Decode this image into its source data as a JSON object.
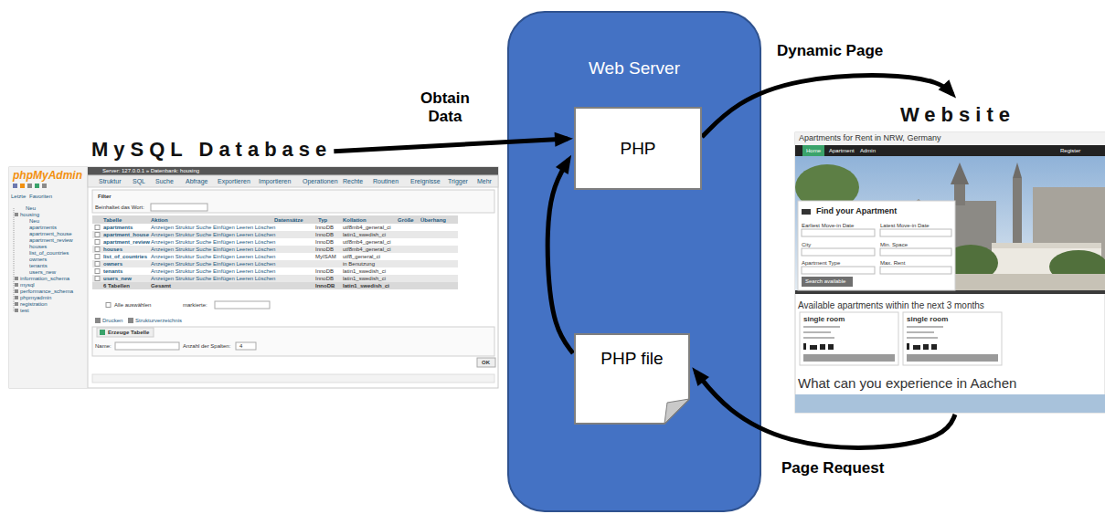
{
  "diagram": {
    "nodes": [
      {
        "text": [
          "MySQL Database"
        ]
      },
      {
        "text": [
          "Web Server"
        ]
      },
      {
        "text": [
          "PHP"
        ],
        "in": 1
      },
      {
        "text": [
          "PHP file"
        ],
        "in": 1
      },
      {
        "text": [
          "Website"
        ]
      }
    ],
    "edges": [
      {
        "from": 0,
        "to": 2,
        "arrow": "to",
        "label": "Obtain Data"
      },
      {
        "from": 2,
        "to": 4,
        "arrow": "to",
        "label": "Dynamic Page"
      },
      {
        "from": 4,
        "to": 3,
        "arrow": "to",
        "label": "Page Request"
      },
      {
        "from": 3,
        "to": 2,
        "arrow": "to"
      }
    ],
    "labels": [
      "phpMyAdmin",
      "Letzte",
      "Favoriten",
      "Neu",
      "housing",
      "Neu",
      "apartments",
      "apartment_house",
      "apartment_review",
      "houses",
      "list_of_countries",
      "owners",
      "tenants",
      "users_new",
      "information_schema",
      "mysql",
      "performance_schema",
      "phpmyadmin",
      "registration",
      "test",
      "Server: 127.0.0.1 » Datenbank: housing",
      "Struktur",
      "SQL",
      "Suche",
      "Abfrage",
      "Exportieren",
      "Importieren",
      "Operationen",
      "Rechte",
      "Routinen",
      "Ereignisse",
      "Trigger",
      "Mehr",
      "Filter",
      "Beinhaltet das Wort:",
      "Tabelle",
      "Aktion",
      "Datensätze",
      "Typ",
      "Kollation",
      "Größe",
      "Überhang",
      "apartments",
      "Anzeigen Struktur Suche Einfügen Leeren Löschen",
      "InnoDB",
      "utf8mb4_general_ci",
      "apartment_house",
      "Anzeigen Struktur Suche Einfügen Leeren Löschen",
      "InnoDB",
      "latin1_swedish_ci",
      "apartment_review",
      "Anzeigen Struktur Suche Einfügen Leeren Löschen",
      "InnoDB",
      "utf8mb4_general_ci",
      "houses",
      "Anzeigen Struktur Suche Einfügen Leeren Löschen",
      "InnoDB",
      "utf8mb4_general_ci",
      "list_of_countries",
      "Anzeigen Struktur Suche Einfügen Leeren Löschen",
      "MyISAM",
      "utf8_general_ci",
      "owners",
      "Anzeigen Struktur Suche Einfügen Leeren Löschen",
      "in Benutzung",
      "tenants",
      "Anzeigen Struktur Suche Einfügen Leeren Löschen",
      "InnoDB",
      "latin1_swedish_ci",
      "users_new",
      "Anzeigen Struktur Suche Einfügen Leeren Löschen",
      "InnoDB",
      "latin1_swedish_ci",
      "6 Tabellen",
      "Gesamt",
      "InnoDB",
      "latin1_swedish_ci",
      "Alle auswählen",
      "markierte:",
      "Drucken",
      "Strukturverzeichnis",
      "Erzeuge Tabelle",
      "Name:",
      "Anzahl der Spalten:",
      "4",
      "OK",
      "Apartments for Rent in NRW, Germany",
      "Home",
      "Apartment",
      "Admin",
      "Register",
      "Find your Apartment",
      "Earliest Move-in Date",
      "Latest Move-in Date",
      "City",
      "Min. Space",
      "Apartment Type",
      "Max. Rent",
      "Search available",
      "Available apartments within the next 3 months",
      "single room",
      "single room",
      "What can you experience in Aachen"
    ]
  }
}
